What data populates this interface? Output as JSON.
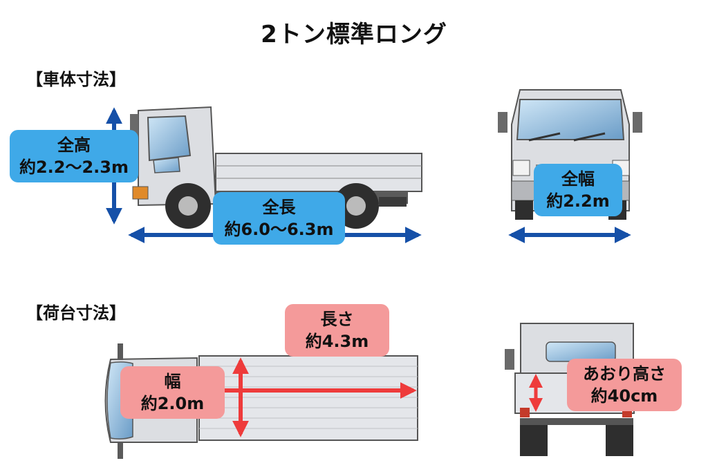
{
  "title": "2トン標準ロング",
  "sections": {
    "body_dims": "【車体寸法】",
    "bed_dims": "【荷台寸法】"
  },
  "labels": {
    "height": {
      "name": "全高",
      "value": "約2.2〜2.3m"
    },
    "length": {
      "name": "全長",
      "value": "約6.0〜6.3m"
    },
    "width": {
      "name": "全幅",
      "value": "約2.2m"
    },
    "bed_length": {
      "name": "長さ",
      "value": "約4.3m"
    },
    "bed_width": {
      "name": "幅",
      "value": "約2.0m"
    },
    "side_height": {
      "name": "あおり高さ",
      "value": "約40cm"
    }
  },
  "colors": {
    "blue_arrow": "#1550a8",
    "blue_label": "#3fa9e8",
    "red_arrow": "#ee3b3b",
    "pink_label": "#f49a9a"
  }
}
